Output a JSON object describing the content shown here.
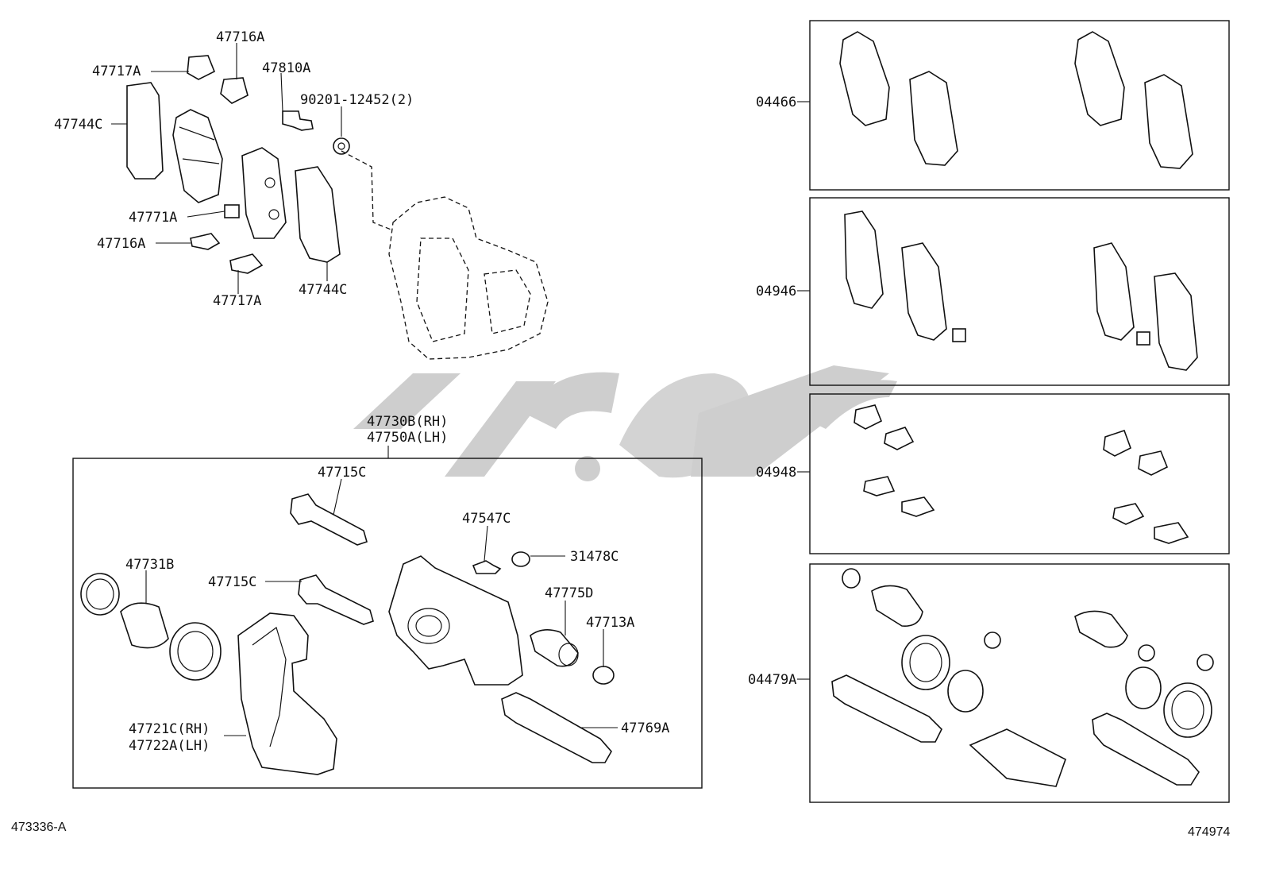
{
  "watermark_text": "کوپارز",
  "labels": {
    "l47716A_top": "47716A",
    "l47717A_top": "47717A",
    "l47810A": "47810A",
    "l90201": "90201-12452(2)",
    "l47744C_left": "47744C",
    "l47771A": "47771A",
    "l47716A_mid": "47716A",
    "l47717A_bot": "47717A",
    "l47744C_right": "47744C",
    "l47730B": "47730B(RH)",
    "l47750A": "47750A(LH)",
    "l47715C_top": "47715C",
    "l47547C": "47547C",
    "l31478C": "31478C",
    "l47731B": "47731B",
    "l47715C_mid": "47715C",
    "l47775D": "47775D",
    "l47713A": "47713A",
    "l47721C": "47721C(RH)",
    "l47722A": "47722A(LH)",
    "l47769A": "47769A",
    "l04466": "04466",
    "l04946": "04946",
    "l04948": "04948",
    "l04479A": "04479A"
  },
  "footer": {
    "left_ref": "473336-A",
    "right_ref": "474974"
  }
}
